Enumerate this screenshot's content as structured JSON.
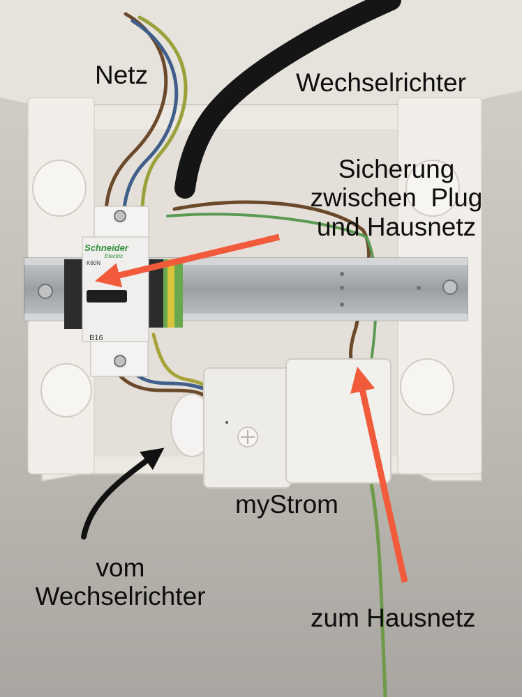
{
  "annotations": {
    "netz": "Netz",
    "wechselrichter": "Wechselrichter",
    "sicherung": [
      "Sicherung",
      "zwischen  Plug",
      "und Hausnetz"
    ],
    "mystrom": "myStrom",
    "vom_wechselrichter": [
      "vom",
      "Wechselrichter"
    ],
    "zum_hausnetz": "zum Hausnetz"
  },
  "device_print": {
    "brand": "Schneider",
    "brand_sub": "Electric",
    "model": "K60N",
    "rating": "B16"
  },
  "colors": {
    "arrow_accent": "#f15a3a",
    "arrow_dark": "#111111",
    "wall": "#b9b6b1",
    "enclosure": "#ece9e3",
    "din_rail": "#a9acae",
    "brand_green": "#2f8f3a"
  }
}
